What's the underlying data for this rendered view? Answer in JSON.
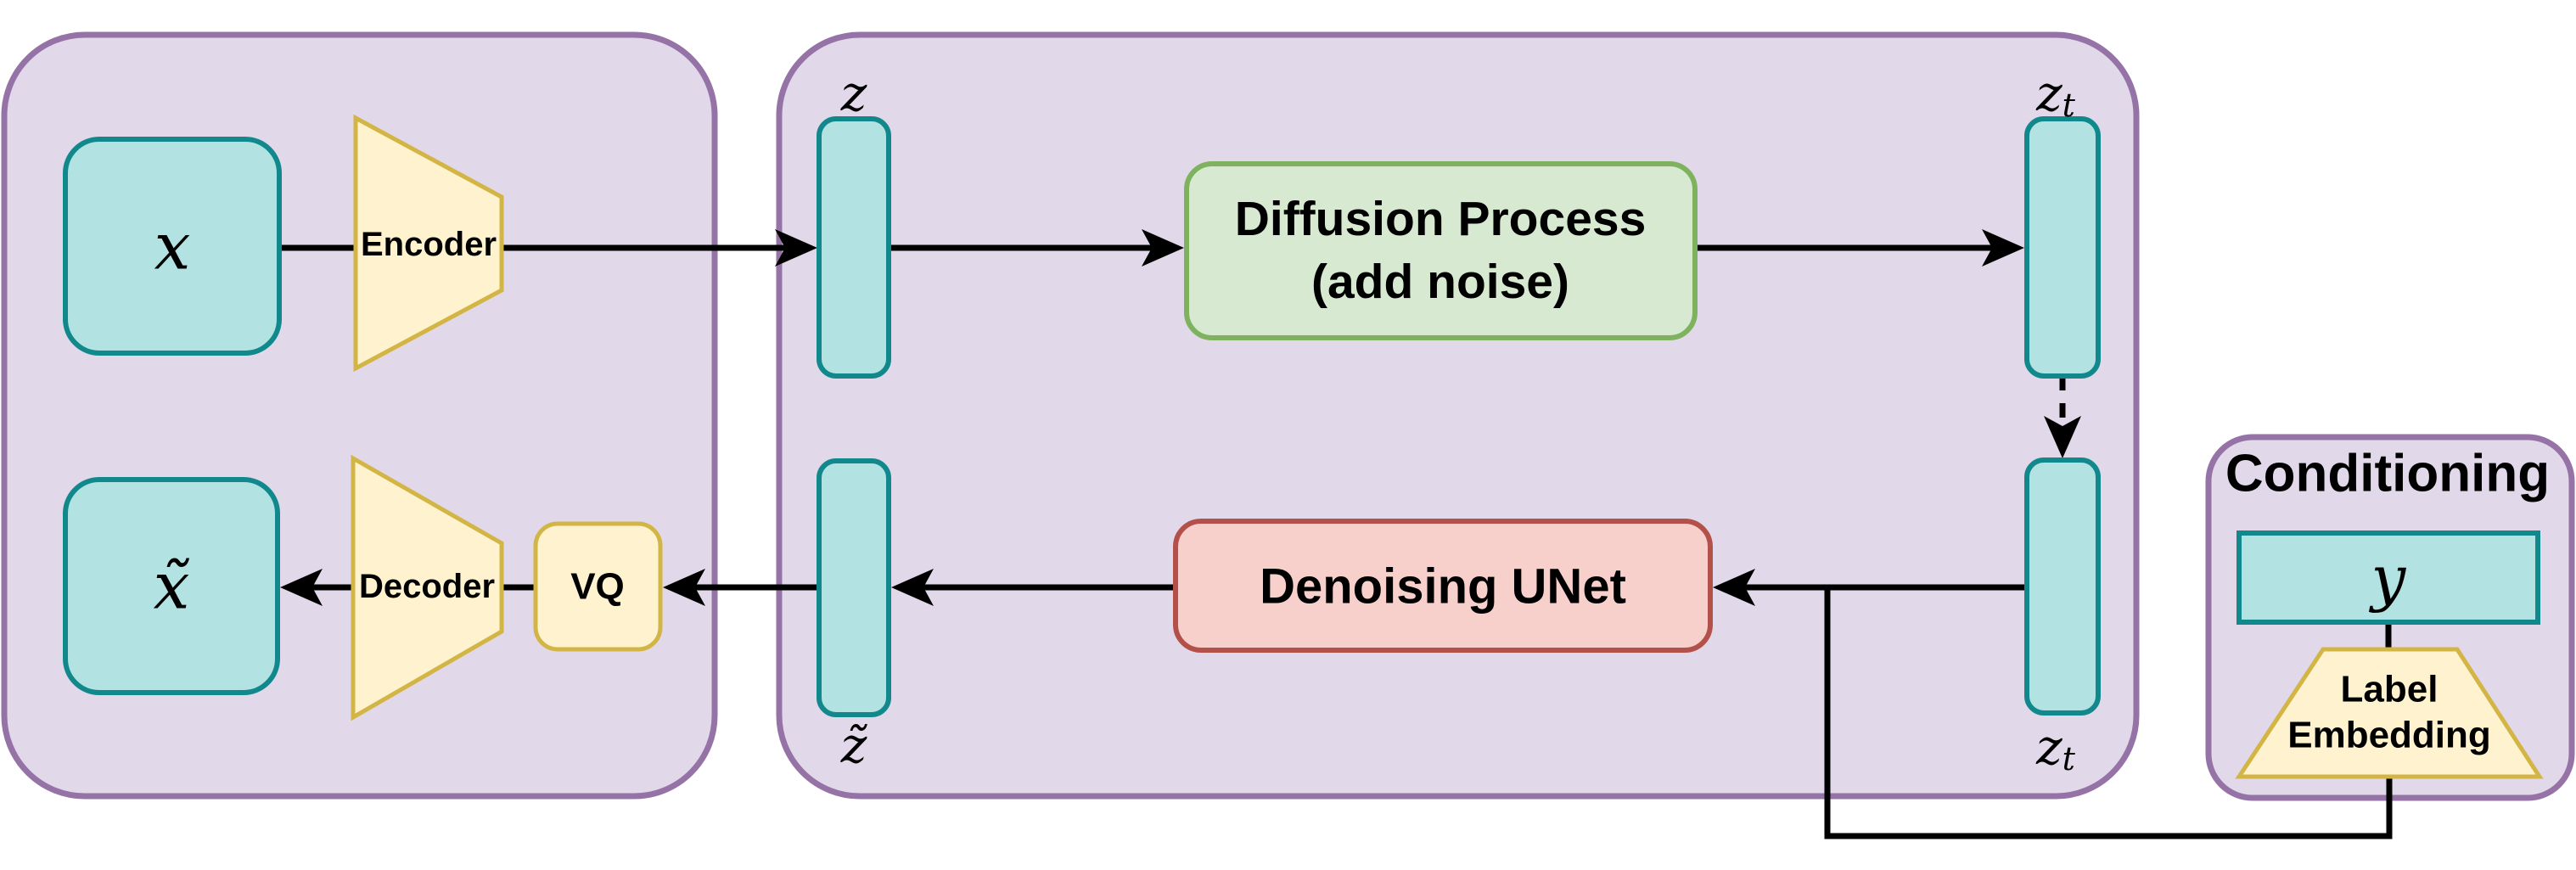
{
  "colors": {
    "purple_fill": "#E1D8E9",
    "purple_stroke": "#9673A6",
    "teal_fill": "#B3E2E2",
    "teal_stroke": "#11888C",
    "yellow_fill": "#FEF3CE",
    "yellow_stroke": "#D2B545",
    "green_fill": "#D7E9D0",
    "green_stroke": "#7FB25F",
    "red_fill": "#F8D0CB",
    "red_stroke": "#B25049",
    "line_color": "#000000",
    "background": "#FFFFFF"
  },
  "pixel_space": {
    "input_label": "x",
    "encoder_label": "Encoder",
    "decoder_label": "Decoder",
    "vq_label": "VQ",
    "output_label": "x̃"
  },
  "latent_space": {
    "z_label": "z",
    "zt_label_base": "z",
    "zt_label_sub": "t",
    "z_tilde_label": "z̃",
    "diffusion_line1": "Diffusion Process",
    "diffusion_line2": "(add noise)",
    "unet_label": "Denoising UNet"
  },
  "conditioning": {
    "title": "Conditioning",
    "y_label": "y",
    "embedding_line1": "Label",
    "embedding_line2": "Embedding"
  }
}
